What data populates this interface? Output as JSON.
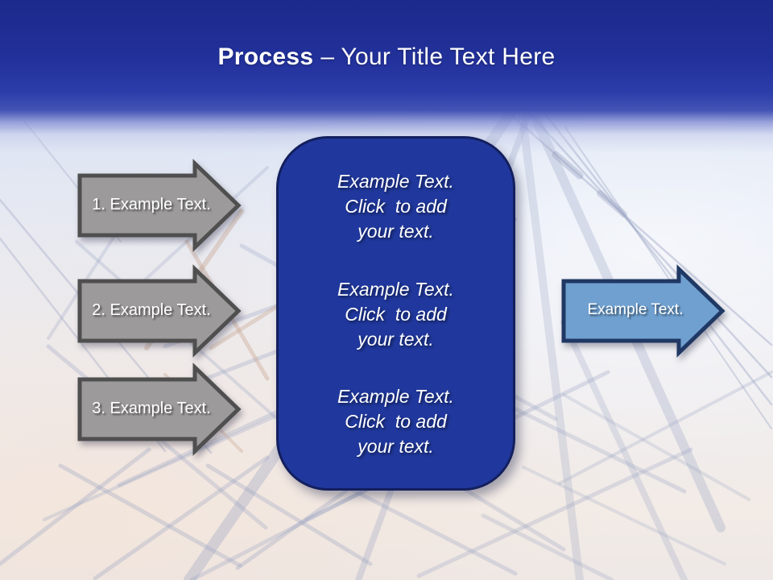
{
  "title": {
    "emphasis": "Process",
    "rest": "– Your Title Text Here"
  },
  "steps": [
    {
      "label": "1. Example Text."
    },
    {
      "label": "2. Example Text."
    },
    {
      "label": "3. Example Text."
    }
  ],
  "panel": {
    "blocks": [
      [
        "Example Text.",
        "Click  to add",
        "your text."
      ],
      [
        "Example Text.",
        "Click  to add",
        "your text."
      ],
      [
        "Example Text.",
        "Click  to add",
        "your text."
      ]
    ]
  },
  "output_arrow": {
    "label": "Example Text."
  },
  "colors": {
    "header_blue_top": "#1c2a8c",
    "header_blue_mid": "#2b3da9",
    "panel_fill": "#20389d",
    "panel_border": "#131f5e",
    "step_arrow_fill": "#9c9a9a",
    "step_arrow_border": "#4f4f4f",
    "output_arrow_fill": "#6fa0d0",
    "output_arrow_border": "#1f3864",
    "text_white": "#ffffff",
    "lattice_line": "#98a2c2",
    "lattice_tan": "#c8a894"
  }
}
